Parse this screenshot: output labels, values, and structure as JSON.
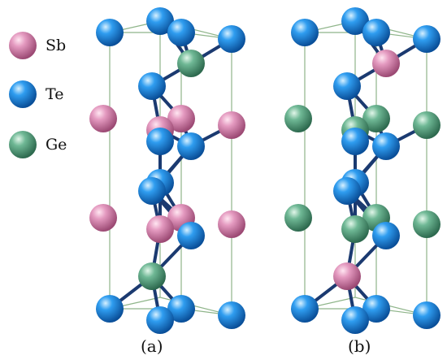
{
  "colors": {
    "sb": "#d77ba3",
    "te": "#1f8fe0",
    "ge": "#5aa683",
    "cell_line": "#8fb58a",
    "bond_dark": "#1b3a70"
  },
  "legend": [
    {
      "element": "sb",
      "label": "Sb"
    },
    {
      "element": "te",
      "label": "Te"
    },
    {
      "element": "ge",
      "label": "Ge"
    }
  ],
  "structures": [
    {
      "id": "a",
      "caption": "(a)",
      "layers": [
        "te",
        "ge",
        "te",
        "sb",
        "te",
        "te",
        "sb",
        "te",
        "ge",
        "te"
      ]
    },
    {
      "id": "b",
      "caption": "(b)",
      "layers": [
        "te",
        "sb",
        "te",
        "ge",
        "te",
        "te",
        "ge",
        "te",
        "sb",
        "te"
      ]
    }
  ]
}
